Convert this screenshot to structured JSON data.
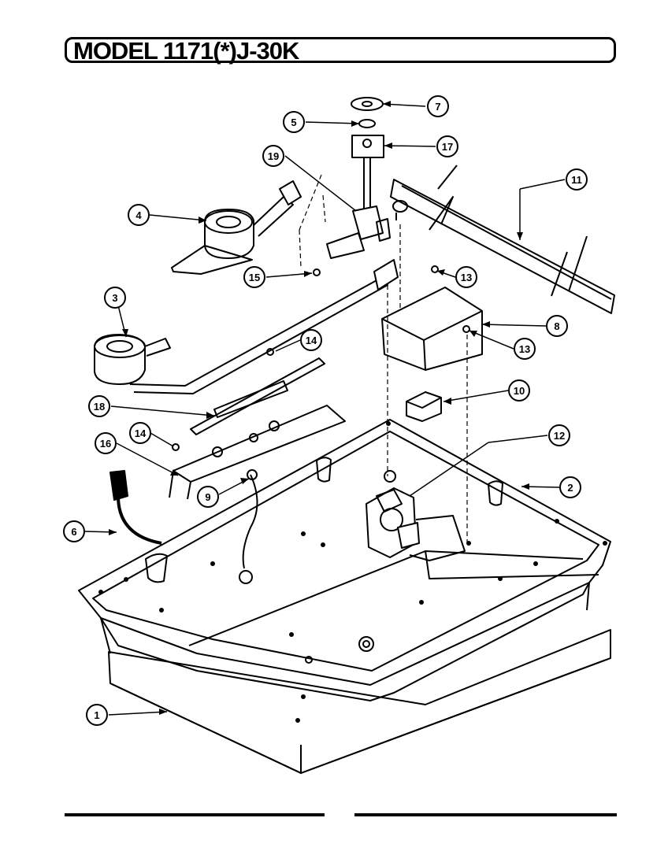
{
  "header": {
    "title": "MODEL 1171(*)J-30K"
  },
  "callouts": {
    "c1": "1",
    "c2": "2",
    "c3": "3",
    "c4": "4",
    "c5": "5",
    "c6": "6",
    "c7": "7",
    "c8": "8",
    "c9": "9",
    "c10": "10",
    "c11": "11",
    "c12": "12",
    "c13a": "13",
    "c13b": "13",
    "c14a": "14",
    "c14b": "14",
    "c15": "15",
    "c16": "16",
    "c17": "17",
    "c18": "18",
    "c19": "19"
  }
}
